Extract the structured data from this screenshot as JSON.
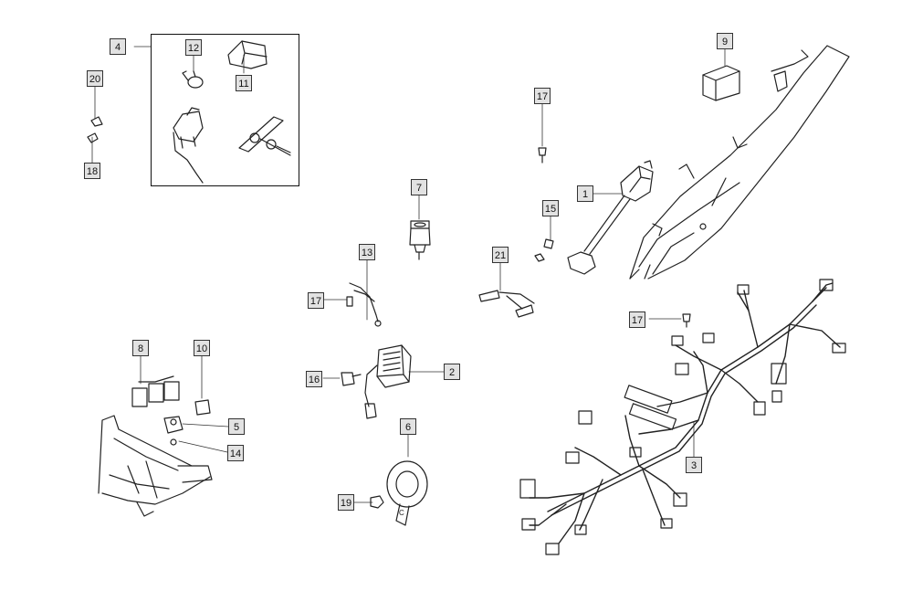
{
  "diagram": {
    "callouts": {
      "c1": "1",
      "c2": "2",
      "c3": "3",
      "c4": "4",
      "c5": "5",
      "c6": "6",
      "c7": "7",
      "c8": "8",
      "c9": "9",
      "c10": "10",
      "c11": "11",
      "c12": "12",
      "c13": "13",
      "c14": "14",
      "c15": "15",
      "c16": "16",
      "c17a": "17",
      "c17b": "17",
      "c17c": "17",
      "c18": "18",
      "c19": "19",
      "c20": "20",
      "c21": "21"
    },
    "horn_mark": "C"
  }
}
